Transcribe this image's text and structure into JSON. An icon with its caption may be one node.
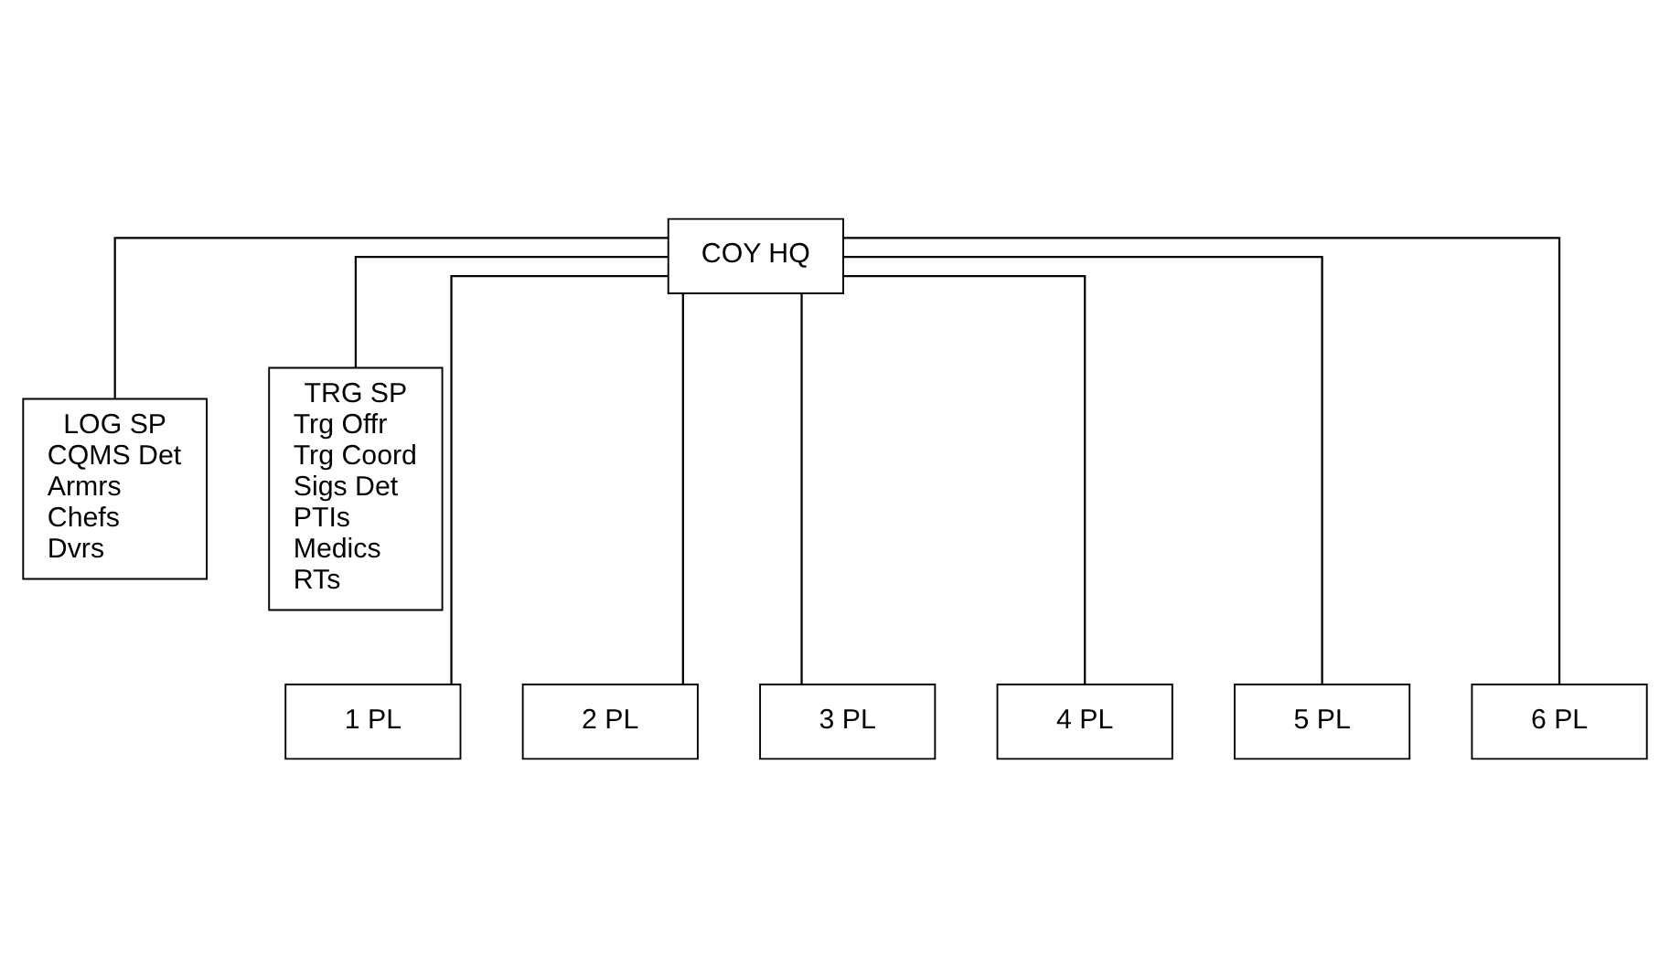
{
  "diagram": {
    "nodes": [
      {
        "text": [
          "COY HQ"
        ]
      },
      {
        "text": [
          "LOG SP",
          "CQMS Det",
          "Armrs",
          "Chefs",
          "Dvrs"
        ]
      },
      {
        "text": [
          "TRG SP",
          "Trg Offr",
          "Trg Coord",
          "Sigs Det",
          "PTIs",
          "Medics",
          "RTs"
        ]
      },
      {
        "text": [
          "1 PL"
        ]
      },
      {
        "text": [
          "2 PL"
        ]
      },
      {
        "text": [
          "3 PL"
        ]
      },
      {
        "text": [
          "4 PL"
        ]
      },
      {
        "text": [
          "5 PL"
        ]
      },
      {
        "text": [
          "6 PL"
        ]
      }
    ],
    "edges": [
      {
        "from": 0,
        "to": 1,
        "arrow": "none"
      },
      {
        "from": 0,
        "to": 2,
        "arrow": "none"
      },
      {
        "from": 0,
        "to": 3,
        "arrow": "none"
      },
      {
        "from": 0,
        "to": 4,
        "arrow": "none"
      },
      {
        "from": 0,
        "to": 5,
        "arrow": "none"
      },
      {
        "from": 0,
        "to": 6,
        "arrow": "none"
      },
      {
        "from": 0,
        "to": 7,
        "arrow": "none"
      },
      {
        "from": 0,
        "to": 8,
        "arrow": "none"
      }
    ]
  }
}
